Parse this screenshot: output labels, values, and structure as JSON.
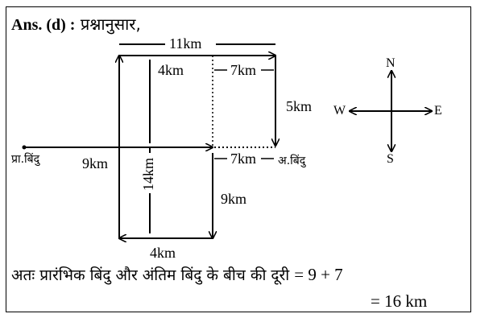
{
  "heading": {
    "ans": "Ans. (d) :",
    "text": "प्रश्नानुसार,"
  },
  "labels": {
    "top": "11km",
    "inner_4": "4km",
    "top_right_7": "7km",
    "right_5": "5km",
    "start": "प्रा.बिंदु",
    "left_9": "9km",
    "vertical_14": "14km",
    "mid_7": "7km",
    "end": "अ.बिंदु",
    "lower_9": "9km",
    "bottom_4": "4km"
  },
  "compass": {
    "n": "N",
    "s": "S",
    "e": "E",
    "w": "W"
  },
  "conclusion": {
    "line1": "अतः प्रारंभिक बिंदु और अंतिम बिंदु के बीच की दूरी",
    "eq1": "= 9 + 7",
    "eq2": "= 16 km"
  }
}
